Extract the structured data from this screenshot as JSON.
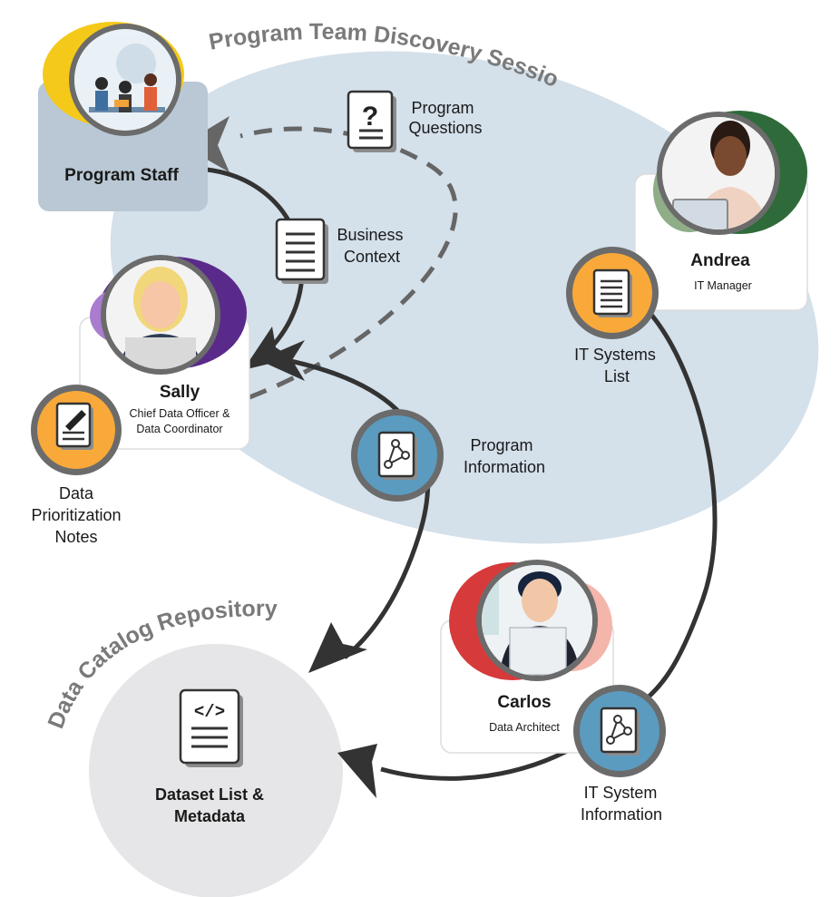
{
  "session": {
    "title": "Program Team Discovery Session"
  },
  "repository": {
    "title": "Data Catalog Repository",
    "content": [
      "Dataset List &",
      "Metadata"
    ]
  },
  "people": {
    "program_staff": {
      "name": "Program Staff"
    },
    "sally": {
      "name": "Sally",
      "role": [
        "Chief Data Officer &",
        "Data Coordinator"
      ]
    },
    "andrea": {
      "name": "Andrea",
      "role": "IT Manager"
    },
    "carlos": {
      "name": "Carlos",
      "role": "Data Architect"
    }
  },
  "artifacts": {
    "program_questions": [
      "Program",
      "Questions"
    ],
    "business_context": [
      "Business",
      "Context"
    ],
    "data_prioritization": [
      "Data",
      "Prioritization",
      "Notes"
    ],
    "program_information": [
      "Program",
      "Information"
    ],
    "it_systems_list": [
      "IT Systems",
      "List"
    ],
    "it_system_information": [
      "IT System",
      "Information"
    ]
  },
  "icons": {
    "question": "document-question-icon",
    "document": "document-lines-icon",
    "notes": "notes-pencil-icon",
    "network": "network-nodes-icon",
    "code": "code-document-icon"
  },
  "colors": {
    "session_bg": "#d4e0ea",
    "repository_bg": "#e6e6e8",
    "orange": "#f8a93a",
    "blue": "#5b9bbf",
    "ring": "#6b6b6b",
    "arrow": "#333333",
    "dashed": "#666666",
    "sally_purple": "#5a2a8a",
    "andrea_green": "#2f6b3a",
    "carlos_red": "#d63a3a",
    "staff_yellow": "#f4c91a"
  }
}
